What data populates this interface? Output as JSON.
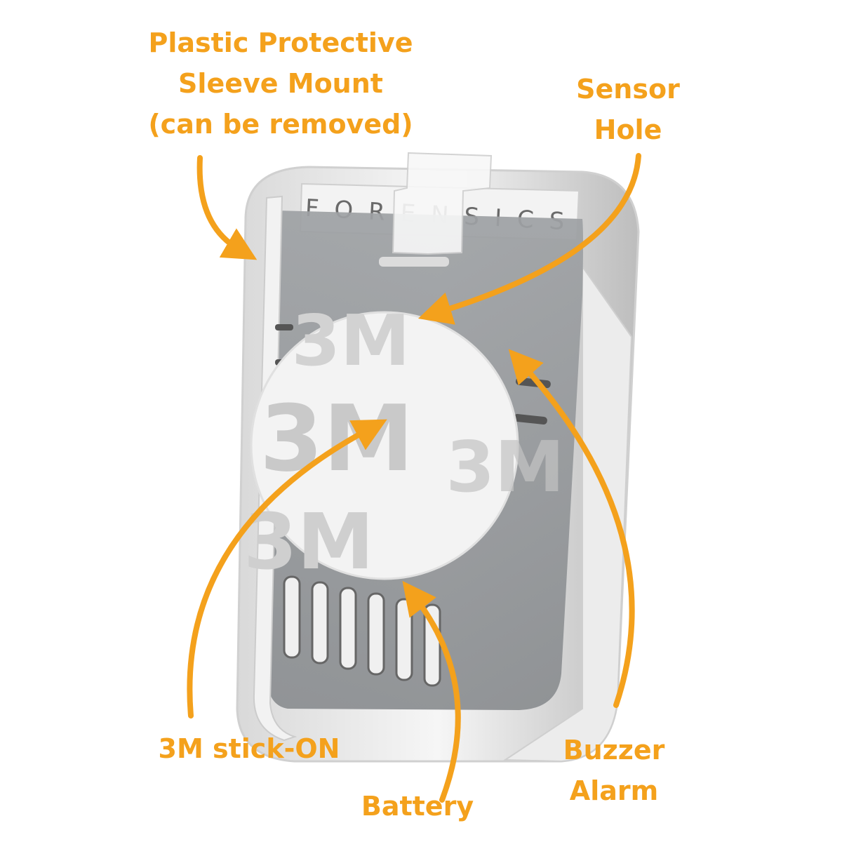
{
  "accent_color": "#f4a11c",
  "device": {
    "brand_text": "FORENSICS",
    "sticker_text": "3M"
  },
  "callouts": {
    "sleeve": [
      "Plastic Protective",
      "Sleeve Mount",
      "(can be removed)"
    ],
    "sensor": [
      "Sensor",
      "Hole"
    ],
    "stick_on": [
      "3M stick-ON"
    ],
    "buzzer": [
      "Buzzer",
      "Alarm"
    ],
    "battery": [
      "Battery"
    ]
  }
}
